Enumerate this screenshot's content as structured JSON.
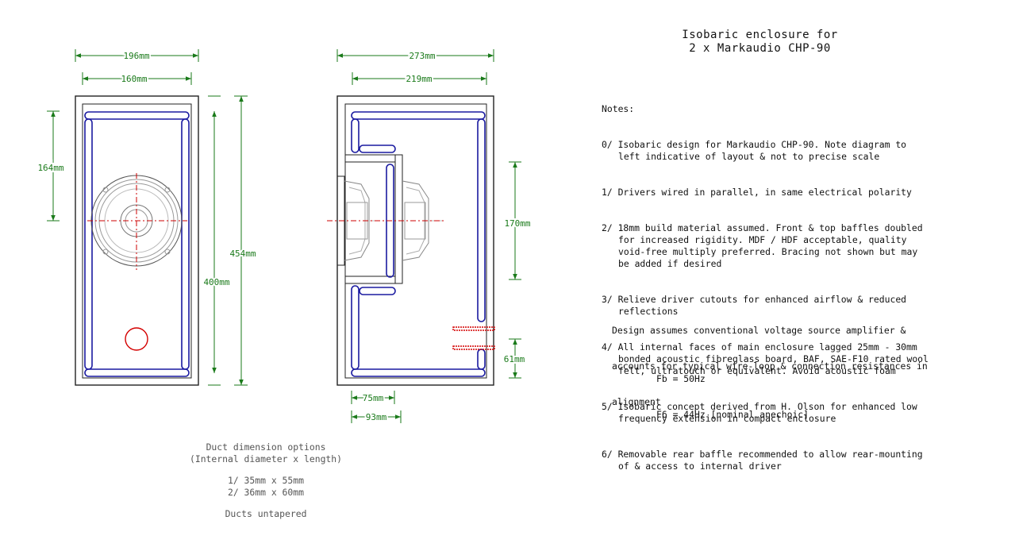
{
  "title": {
    "line1": "Isobaric enclosure for",
    "line2": "2 x Markaudio CHP-90"
  },
  "notes": {
    "heading": "Notes:",
    "items": [
      [
        "0/ Isobaric design for Markaudio CHP-90. Note diagram to",
        "left indicative of layout & not to precise scale"
      ],
      [
        "1/ Drivers wired in parallel, in same electrical polarity"
      ],
      [
        "2/ 18mm build material assumed. Front & top baffles doubled",
        "for increased rigidity. MDF / HDF acceptable, quality",
        "void-free multiply preferred. Bracing not shown but may",
        "be added if desired"
      ],
      [
        "3/ Relieve driver cutouts for enhanced airflow & reduced",
        "reflections"
      ],
      [
        "4/ All internal faces of main enclosure lagged 25mm - 30mm",
        "bonded acoustic fibreglass board, BAF, SAE-F10 rated wool",
        "felt, ultratouch or equivalent. Avoid acoustic foam"
      ],
      [
        "5/ Isobaric concept derived from H. Olson for enhanced low",
        "frequency extension in compact enclosure"
      ],
      [
        "6/ Removable rear baffle recommended to allow rear-mounting",
        "of & access to internal driver"
      ]
    ]
  },
  "assumption": {
    "line1": "Design assumes conventional voltage source amplifier &",
    "line2": "accounts for typical wire-loop & connection resistances in",
    "line3": "alignment"
  },
  "tuning": {
    "fb": "Fb = 50Hz",
    "f6": "F6 = 44Hz [nominal anechoic]"
  },
  "duct": {
    "heading": "Duct dimension options",
    "subheading": "(Internal diameter x length)",
    "option1": "1/ 35mm x 55mm",
    "option2": "2/ 36mm x 60mm",
    "note": "Ducts untapered"
  },
  "dimensions": {
    "front_outer_width": "196mm",
    "front_inner_width": "160mm",
    "front_driver_height": "164mm",
    "front_outer_height": "454mm",
    "front_inner_height": "400mm",
    "side_outer_depth": "273mm",
    "side_inner_depth": "219mm",
    "side_upper_chamber": "170mm",
    "side_port_height": "61mm",
    "side_inner_chamber_75": "75mm",
    "side_inner_chamber_93": "93mm"
  },
  "colors": {
    "dimension": "#1a7a1a",
    "lagging": "#1a1aa0",
    "centerline": "#cc0000",
    "outline": "#222222"
  }
}
